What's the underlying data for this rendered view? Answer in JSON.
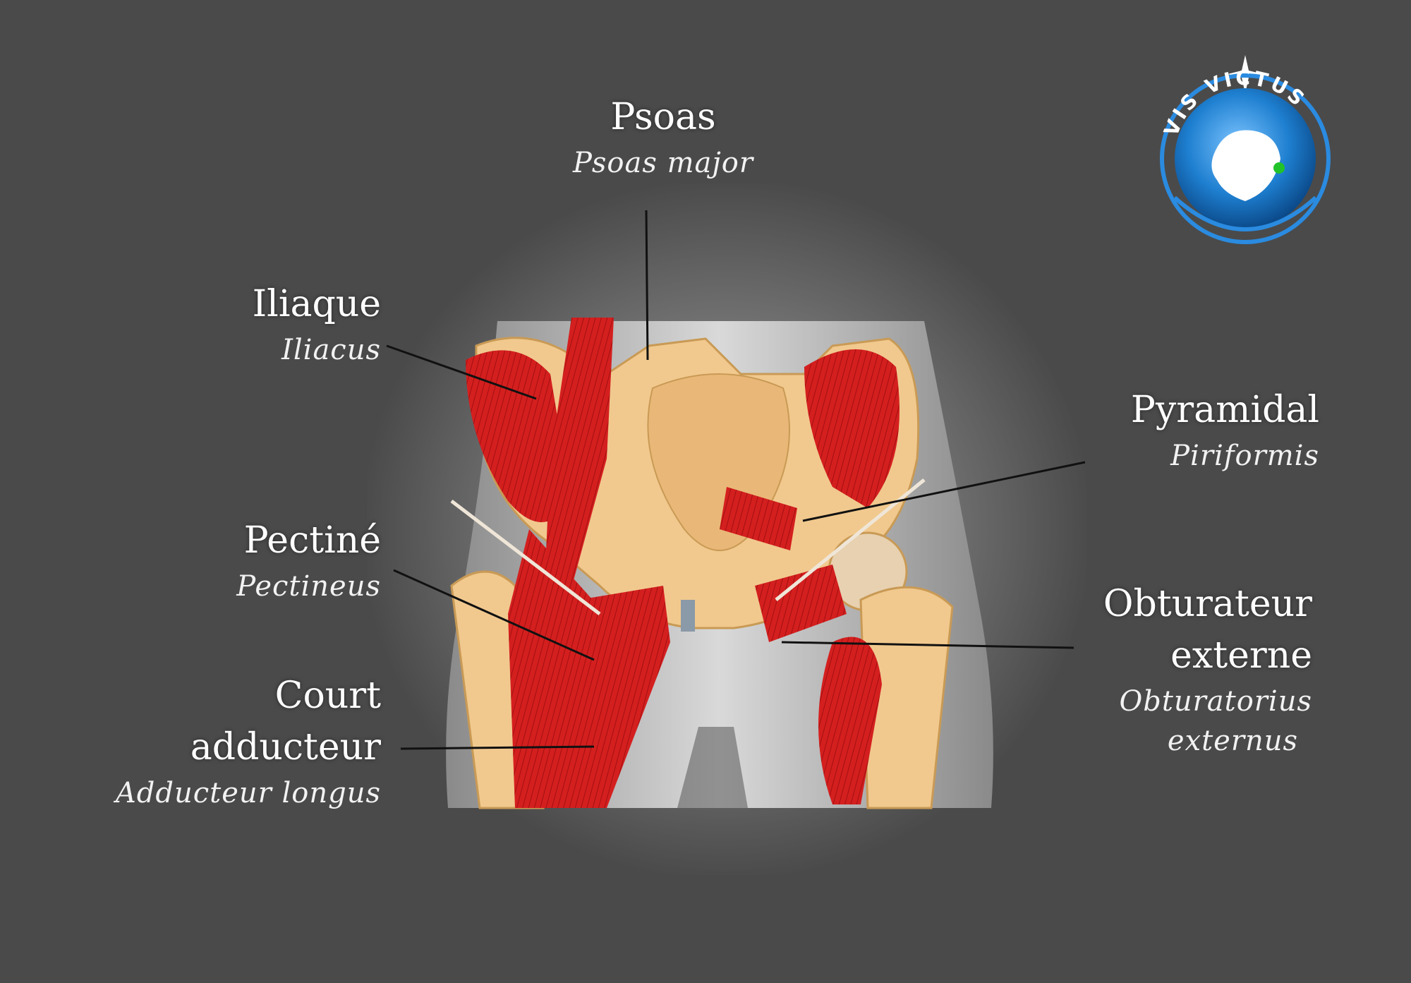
{
  "logo": {
    "text": "VIS VICTUS"
  },
  "labels": {
    "psoas": {
      "fr": "Psoas",
      "lat": "Psoas major"
    },
    "iliaque": {
      "fr": "Iliaque",
      "lat": "Iliacus"
    },
    "pectine": {
      "fr": "Pectiné",
      "lat": "Pectineus"
    },
    "court_adducteur": {
      "fr_line1": "Court",
      "fr_line2": "adducteur",
      "lat": "Adducteur longus"
    },
    "pyramidal": {
      "fr": "Pyramidal",
      "lat": "Piriformis"
    },
    "obturateur": {
      "fr_line1": "Obturateur",
      "fr_line2": "externe",
      "lat_line1": "Obturatorius",
      "lat_line2": "externus"
    }
  },
  "colors": {
    "background": "#4a4a4a",
    "muscle": "#d41f1f",
    "bone": "#f1c98e",
    "logo_blue": "#1e7fd0"
  }
}
